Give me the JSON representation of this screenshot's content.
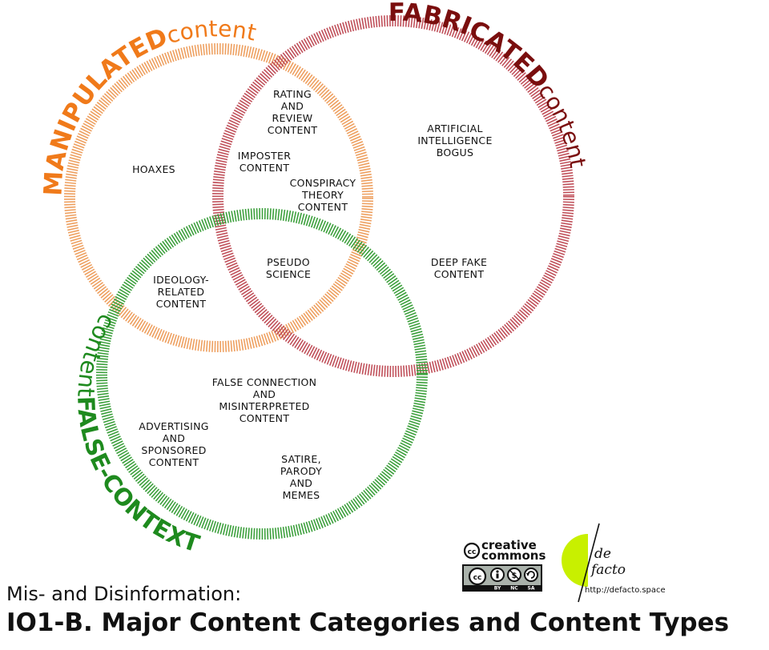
{
  "circles": {
    "manipulated": {
      "bold": "MANIPULATED",
      "light": "content",
      "color": "#f07a1a",
      "ring_color": "#eea060"
    },
    "fabricated": {
      "bold": "FABRICATED",
      "light": "content",
      "color": "#7a0e0e",
      "ring_color": "#c0505a"
    },
    "false_context": {
      "bold": "FALSE-CONTEXT",
      "light": "content",
      "color": "#1e8a1e",
      "ring_color": "#3da03d"
    }
  },
  "regions": {
    "hoaxes": [
      "HOAXES"
    ],
    "rating": [
      "RATING",
      "AND",
      "REVIEW",
      "CONTENT"
    ],
    "imposter": [
      "IMPOSTER",
      "CONTENT"
    ],
    "conspiracy": [
      "CONSPIRACY",
      "THEORY",
      "CONTENT"
    ],
    "ai_bogus": [
      "ARTIFICIAL",
      "INTELLIGENCE",
      "BOGUS"
    ],
    "pseudo": [
      "PSEUDO",
      "SCIENCE"
    ],
    "ideology": [
      "IDEOLOGY-",
      "RELATED",
      "CONTENT"
    ],
    "deepfake": [
      "DEEP FAKE",
      "CONTENT"
    ],
    "false_connection": [
      "FALSE CONNECTION",
      "AND",
      "MISINTERPRETED",
      "CONTENT"
    ],
    "advertising": [
      "ADVERTISING",
      "AND",
      "SPONSORED",
      "CONTENT"
    ],
    "satire": [
      "SATIRE,",
      "PARODY",
      "AND",
      "MEMES"
    ]
  },
  "license": {
    "cc_top": "creative",
    "cc_bottom": "commons",
    "badges": [
      "BY",
      "NC",
      "SA"
    ]
  },
  "defacto": {
    "line1": "de",
    "line2": "facto",
    "url": "http://defacto.space",
    "accent": "#c8f000"
  },
  "footer": {
    "subtitle": "Mis- and Disinformation:",
    "title": "IO1-B. Major Content Categories and Content Types"
  }
}
